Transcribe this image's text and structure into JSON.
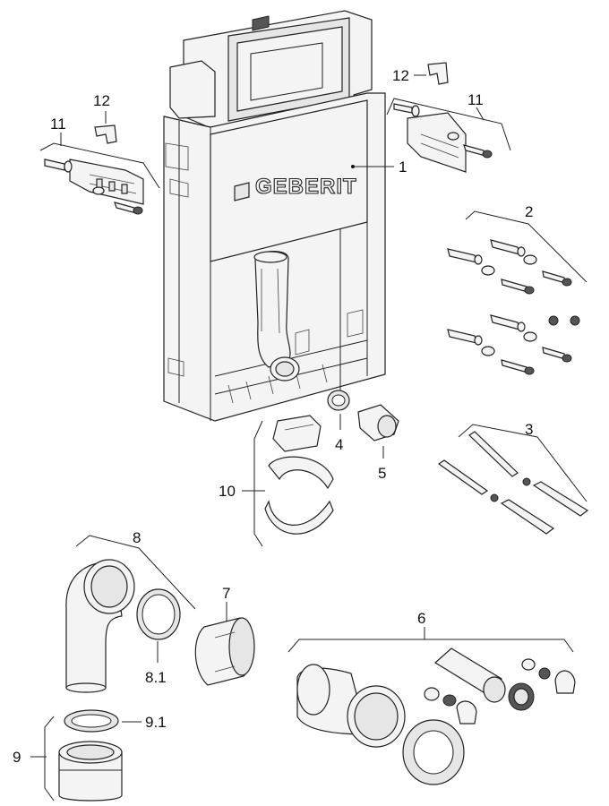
{
  "diagram": {
    "brand_text": "GEBERIT",
    "callouts": {
      "c1": "1",
      "c2": "2",
      "c3": "3",
      "c4": "4",
      "c5": "5",
      "c6": "6",
      "c7": "7",
      "c8": "8",
      "c8_1": "8.1",
      "c9": "9",
      "c9_1": "9.1",
      "c10": "10",
      "c11_left": "11",
      "c11_right": "11",
      "c12_left": "12",
      "c12_right": "12"
    }
  }
}
